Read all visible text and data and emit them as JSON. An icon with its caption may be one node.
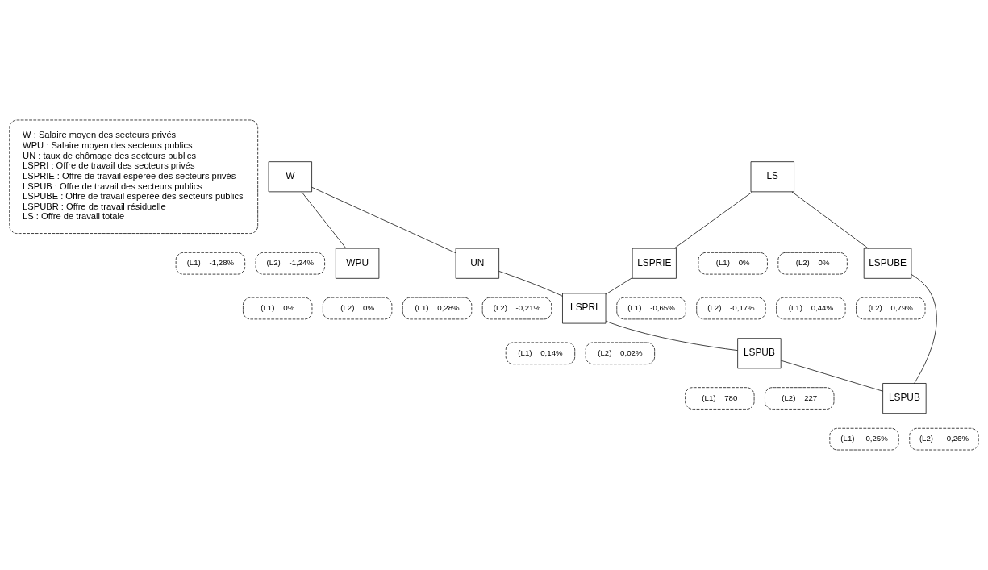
{
  "diagram": {
    "nodes": [
      {
        "text": [
          "W : Salaire moyen des secteurs privés",
          "WPU : Salaire moyen des secteurs publics",
          "UN : taux de chômage des secteurs publics",
          "LSPRI : Offre de travail des secteurs privés",
          "LSPRIE : Offre de travail espérée des secteurs privés",
          "LSPUB : Offre de travail des secteurs publics",
          "LSPUBE : Offre de travail espérée des secteurs publics",
          "LSPUBR : Offre de travail résiduelle",
          "LS : Offre de travail totale"
        ]
      },
      {
        "text": [
          "W"
        ]
      },
      {
        "text": [
          "(L1)",
          "-1,28%"
        ]
      },
      {
        "text": [
          "(L2)",
          "-1,24%"
        ]
      },
      {
        "text": [
          "WPU"
        ]
      },
      {
        "text": [
          "(L1)",
          "0%"
        ]
      },
      {
        "text": [
          "(L2)",
          "0%"
        ]
      },
      {
        "text": [
          "UN"
        ]
      },
      {
        "text": [
          "(L1)",
          "0,28%"
        ]
      },
      {
        "text": [
          "(L2)",
          "-0,21%"
        ]
      },
      {
        "text": [
          "LSPRIE"
        ]
      },
      {
        "text": [
          "(L1)",
          "-0,65%"
        ]
      },
      {
        "text": [
          "(L2)",
          "-0,17%"
        ]
      },
      {
        "text": [
          "LSPRI"
        ]
      },
      {
        "text": [
          "(L1)",
          "0,14%"
        ]
      },
      {
        "text": [
          "(L2)",
          "0,02%"
        ]
      },
      {
        "text": [
          "LS"
        ]
      },
      {
        "text": [
          "(L1)",
          "0%"
        ]
      },
      {
        "text": [
          "(L2)",
          "0%"
        ]
      },
      {
        "text": [
          "LSPUBE"
        ]
      },
      {
        "text": [
          "(L1)",
          "0,44%"
        ]
      },
      {
        "text": [
          "(L2)",
          "0,79%"
        ]
      },
      {
        "text": [
          "LSPUB"
        ]
      },
      {
        "text": [
          "(L1)",
          "780"
        ]
      },
      {
        "text": [
          "(L2)",
          "227"
        ]
      },
      {
        "text": [
          "LSPUB"
        ]
      },
      {
        "text": [
          "(L1)",
          "-0,25%"
        ]
      },
      {
        "text": [
          "(L2)",
          "- 0,26%"
        ]
      }
    ],
    "edges": [
      {
        "from": 1,
        "to": 4,
        "arrow": "none"
      },
      {
        "from": 1,
        "to": 7,
        "arrow": "none"
      },
      {
        "from": 7,
        "to": 13,
        "arrow": "none"
      },
      {
        "from": 16,
        "to": 10,
        "arrow": "none"
      },
      {
        "from": 10,
        "to": 13,
        "arrow": "none"
      },
      {
        "from": 16,
        "to": 19,
        "arrow": "none"
      },
      {
        "from": 13,
        "to": 22,
        "arrow": "none"
      },
      {
        "from": 19,
        "to": 25,
        "arrow": "none"
      },
      {
        "from": 22,
        "to": 25,
        "arrow": "none"
      }
    ]
  }
}
